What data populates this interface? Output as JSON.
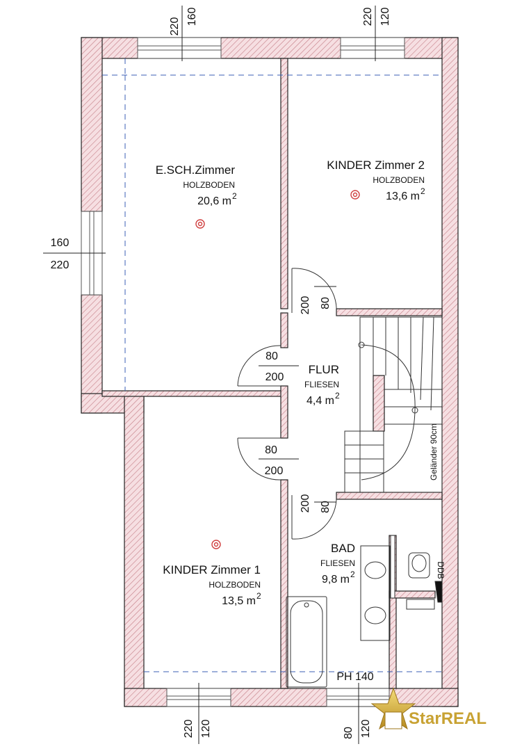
{
  "rooms": {
    "esch": {
      "name": "E.SCH.Zimmer",
      "floor": "HOLZBODEN",
      "area": "20,6 m",
      "area_sup": "2"
    },
    "kinder2": {
      "name": "KINDER Zimmer 2",
      "floor": "HOLZBODEN",
      "area": "13,6 m",
      "area_sup": "2"
    },
    "flur": {
      "name": "FLUR",
      "floor": "FLIESEN",
      "area": "4,4 m",
      "area_sup": "2"
    },
    "kinder1": {
      "name": "KINDER Zimmer 1",
      "floor": "HOLZBODEN",
      "area": "13,5 m",
      "area_sup": "2"
    },
    "bad": {
      "name": "BAD",
      "floor": "FLIESEN",
      "area": "9,8 m",
      "area_sup": "2"
    }
  },
  "dimensions": {
    "top_left_window": [
      "220",
      "160"
    ],
    "top_right_window": [
      "220",
      "120"
    ],
    "left_window": [
      "160",
      "220"
    ],
    "door_esch": [
      "80",
      "200"
    ],
    "door_kinder1": [
      "80",
      "200"
    ],
    "door_kinder2": [
      "200",
      "80"
    ],
    "door_bad": [
      "200",
      "80"
    ],
    "bottom_left_window": [
      "220",
      "120"
    ],
    "bottom_right_window": [
      "80",
      "120"
    ]
  },
  "annotations": {
    "stair_railing": "Geländer 90cm",
    "ph": "PH 140",
    "ddb": "DDB"
  },
  "logo": {
    "text": "StarREAL"
  },
  "colors": {
    "wall_fill": "#f4d9dc",
    "wall_hatch": "#c47d86",
    "wall_stroke": "#222222",
    "dashed": "#3b5fb5",
    "logo": "#c8a233"
  }
}
